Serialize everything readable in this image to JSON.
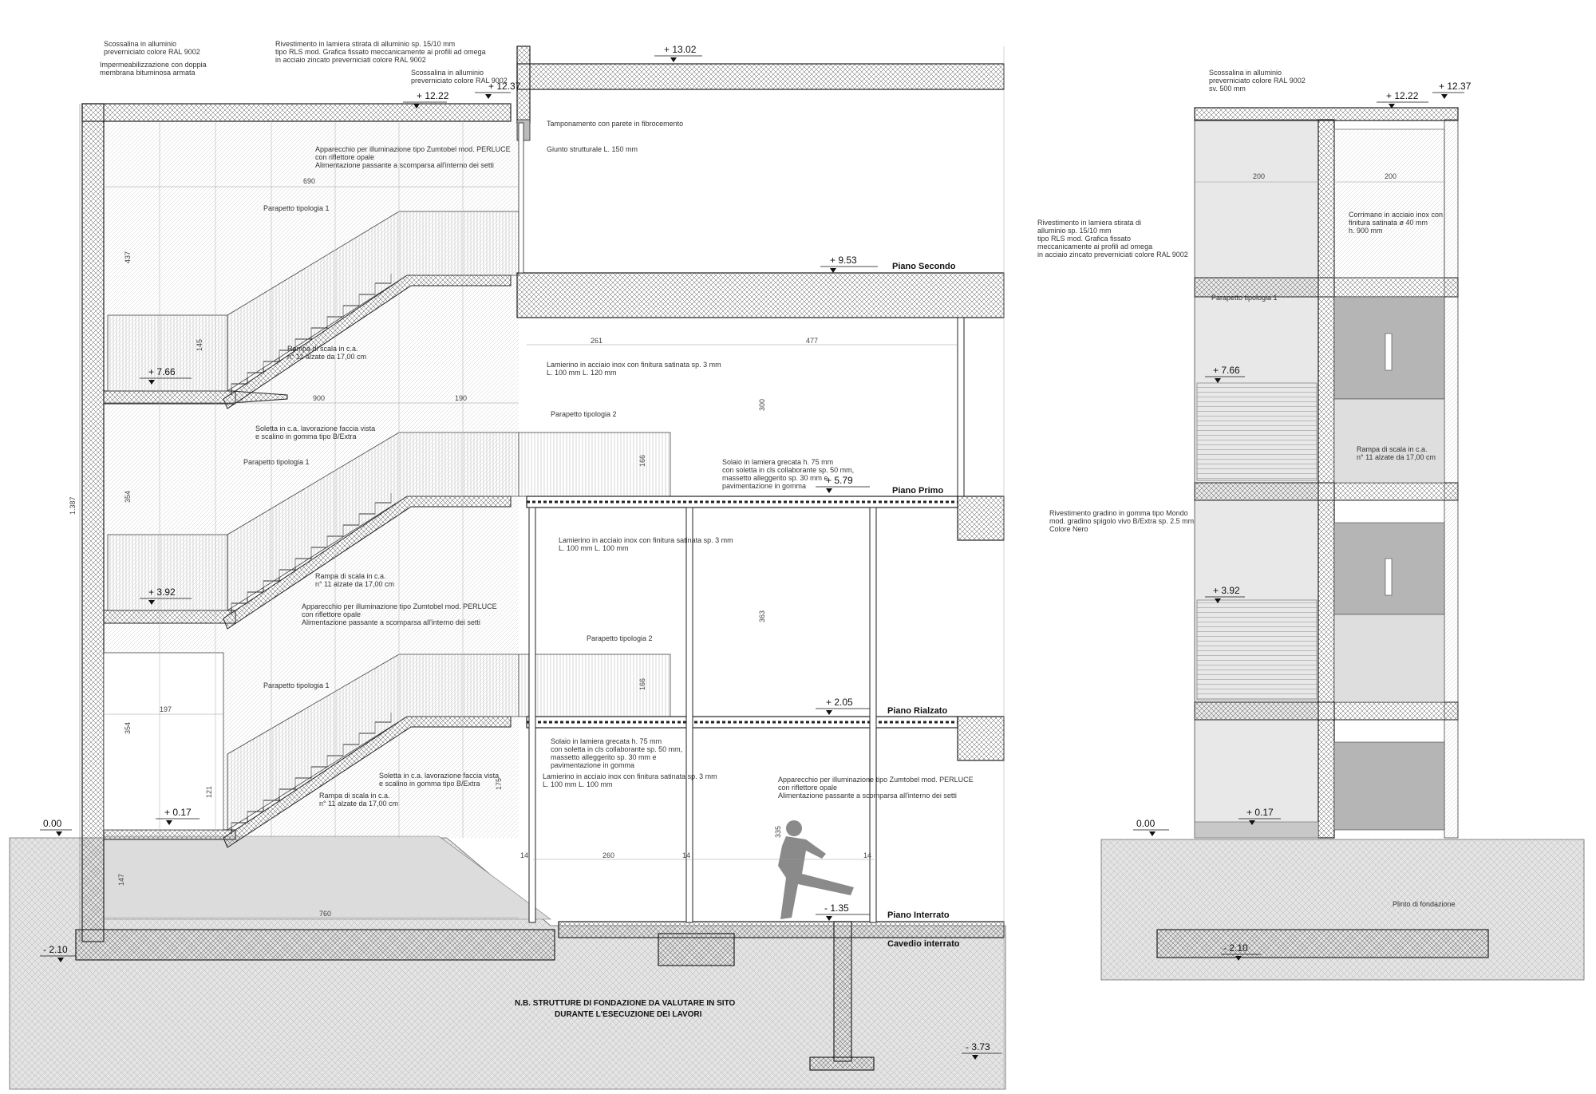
{
  "levels": {
    "l1302": "+ 13.02",
    "l1237": "+ 12.37",
    "l1222": "+ 12.22",
    "l953": "+ 9.53",
    "l766": "+ 7.66",
    "l579": "+ 5.79",
    "l392": "+ 3.92",
    "l205": "+ 2.05",
    "l017": "+ 0.17",
    "l000": "0.00",
    "lm135": "- 1.35",
    "lm210": "- 2.10",
    "lm373": "- 3.73"
  },
  "floors": {
    "secondo": "Piano Secondo",
    "primo": "Piano Primo",
    "rialzato": "Piano Rialzato",
    "interrato": "Piano Interrato",
    "cavedio": "Cavedio interrato"
  },
  "notes": {
    "fondazione_1": "N.B. STRUTTURE DI FONDAZIONE DA VALUTARE IN SITO",
    "fondazione_2": "DURANTE L'ESECUZIONE DEI LAVORI"
  },
  "labels": {
    "scossalina_1": "Scossalina in alluminio",
    "scossalina_2": "preverniciato colore RAL 9002",
    "impermeab_1": "Impermeabilizzazione con doppia",
    "impermeab_2": "membrana bituminosa armata",
    "rivestimento_1": "Rivestimento in lamiera stirata di alluminio sp. 15/10 mm",
    "rivestimento_2": "tipo RLS mod. Grafica fissato meccanicamente ai profili ad omega",
    "rivestimento_3": "in acciaio zincato preverniciati colore RAL 9002",
    "scossalina2_1": "Scossalina in alluminio",
    "scossalina2_2": "preverniciato colore RAL 9002",
    "tamponamento": "Tamponamento con parete in fibrocemento",
    "giunto": "Giunto strutturale L. 150 mm",
    "apparecchio_1": "Apparecchio per illuminazione tipo Zumtobel mod. PERLUCE",
    "apparecchio_2": "con riflettore opale",
    "apparecchio_3": "Alimentazione passante a scomparsa all'interno dei setti",
    "parapetto_1": "Parapetto tipologia 1",
    "parapetto_2": "Parapetto tipologia 2",
    "rampa_1": "Rampa di scala in c.a.",
    "rampa_2": "n° 11 alzate da 17,00 cm",
    "lamierino_1": "Lamierino in acciaio inox con finitura satinata sp. 3 mm",
    "lamierino_2": "L. 100 mm L. 120 mm",
    "lamierino_3": "L. 100 mm L. 100 mm",
    "soletta_1": "Soletta in c.a. lavorazione faccia vista",
    "soletta_2": "e scalino in gomma tipo B/Extra",
    "solaio_1": "Solaio in lamiera grecata h. 75 mm",
    "solaio_2": "con soletta in cls collaborante sp. 50 mm,",
    "solaio_3": "massetto alleggerito sp. 30 mm e",
    "solaio_4": "pavimentazione in gomma",
    "scossalina3_1": "Scossalina in alluminio",
    "scossalina3_2": "preverniciato colore RAL 9002",
    "scossalina3_3": "sv. 500 mm",
    "rivest_r1": "Rivestimento in lamiera stirata di",
    "rivest_r2": "alluminio sp. 15/10 mm",
    "rivest_r3": "tipo RLS mod. Grafica fissato",
    "rivest_r4": "meccanicamente ai profili ad omega",
    "rivest_r5": "in acciaio zincato preverniciati colore RAL 9002",
    "corrimano_1": "Corrimano in acciaio inox con",
    "corrimano_2": "finitura satinata ø 40 mm",
    "corrimano_3": "h. 900 mm",
    "gradino_1": "Rivestimento gradino in gomma tipo Mondo",
    "gradino_2": "mod. gradino spigolo vivo B/Extra sp. 2.5 mm",
    "gradino_3": "Colore Nero",
    "plinto": "Plinto di fondazione"
  },
  "dims": {
    "d1387": "1.387",
    "d690": "690",
    "d437": "437",
    "d354": "354",
    "d145": "145",
    "d900": "900",
    "d190": "190",
    "d197": "197",
    "d121": "121",
    "d147": "147",
    "d760": "760",
    "d261": "261",
    "d477": "477",
    "d300": "300",
    "d363": "363",
    "d335": "335",
    "d260": "260",
    "d14": "14",
    "d200": "200",
    "d166": "166",
    "d175": "175"
  },
  "colors": {
    "ink": "#222222",
    "hatch": "#555555",
    "fill_grey": "#d9d9d9",
    "figure": "#8a8a8a",
    "dark_panel": "#b5b5b5"
  },
  "icons": [
    "human-figure-walking",
    "human-figure-running",
    "level-marker-triangle"
  ]
}
